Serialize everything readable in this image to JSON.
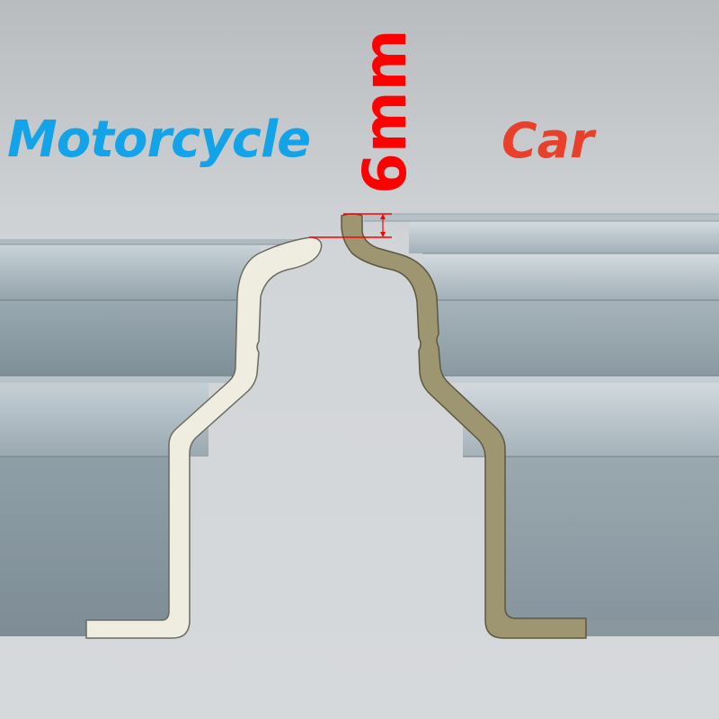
{
  "labels": {
    "motorcycle": "Motorcycle",
    "car": "Car",
    "dimension": "6mm"
  },
  "colors": {
    "motorcycle_text": "#12a3e8",
    "car_text": "#e8402a",
    "dimension": "#ff0000",
    "motorcycle_profile": "#efece0",
    "car_profile": "#9e9670",
    "background": "#c9cccf",
    "rim_band": "#8f9ea6"
  }
}
